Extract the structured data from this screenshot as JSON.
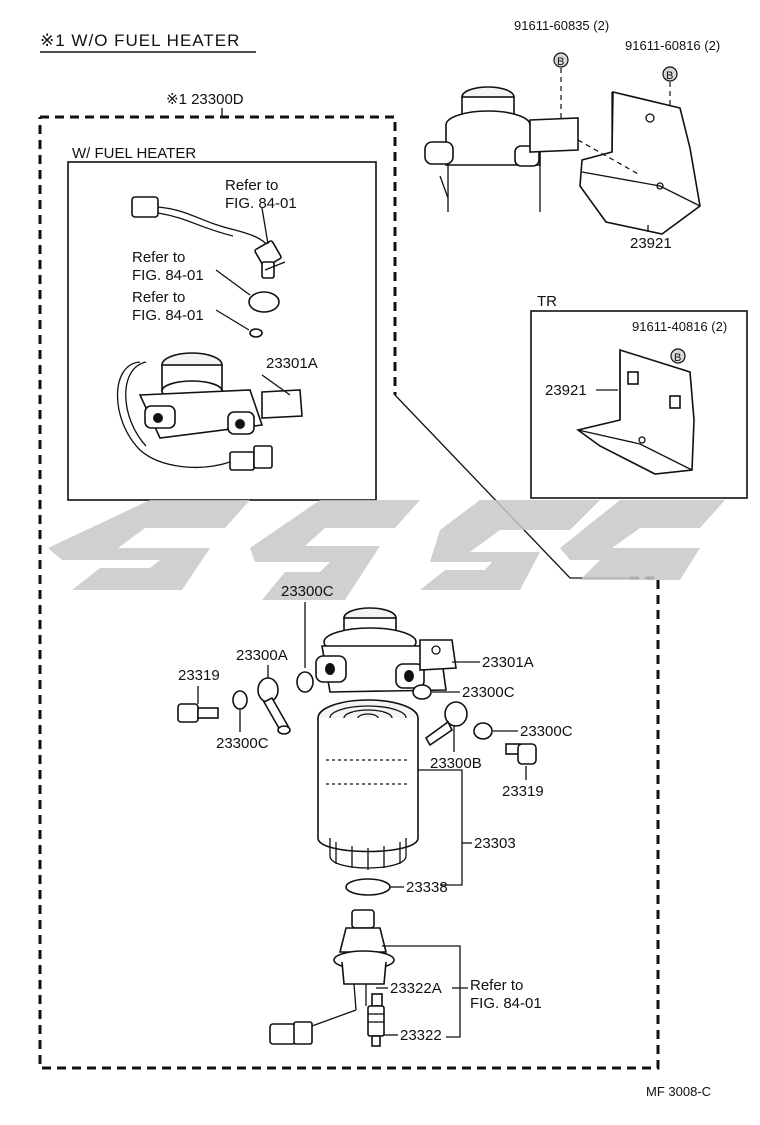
{
  "header": {
    "title": "※1 W/O FUEL HEATER"
  },
  "assembly_ref": "※1 23300D",
  "box_fuel_heater": {
    "title": "W/ FUEL HEATER",
    "refer_1_line1": "Refer to",
    "refer_1_line2": "FIG. 84-01",
    "refer_2_line1": "Refer to",
    "refer_2_line2": "FIG. 84-01",
    "refer_3_line1": "Refer to",
    "refer_3_line2": "FIG. 84-01",
    "part_23301A": "23301A"
  },
  "box_tr": {
    "title": "TR",
    "bolt": "91611-40816 (2)",
    "bracket": "23921"
  },
  "top_right": {
    "bolt_1": "91611-60835 (2)",
    "bolt_2": "91611-60816 (2)",
    "bracket": "23921"
  },
  "callout_marker": "B",
  "parts": {
    "p_23300C_top": "23300C",
    "p_23300A": "23300A",
    "p_23319_left": "23319",
    "p_23300C_left": "23300C",
    "p_23301A": "23301A",
    "p_23300C_right1": "23300C",
    "p_23300C_right2": "23300C",
    "p_23300B": "23300B",
    "p_23319_right": "23319",
    "p_23303": "23303",
    "p_23338": "23338",
    "p_23322A": "23322A",
    "p_23322": "23322",
    "refer_bottom_line1": "Refer to",
    "refer_bottom_line2": "FIG. 84-01"
  },
  "footer": {
    "code": "MF  3008-C"
  }
}
